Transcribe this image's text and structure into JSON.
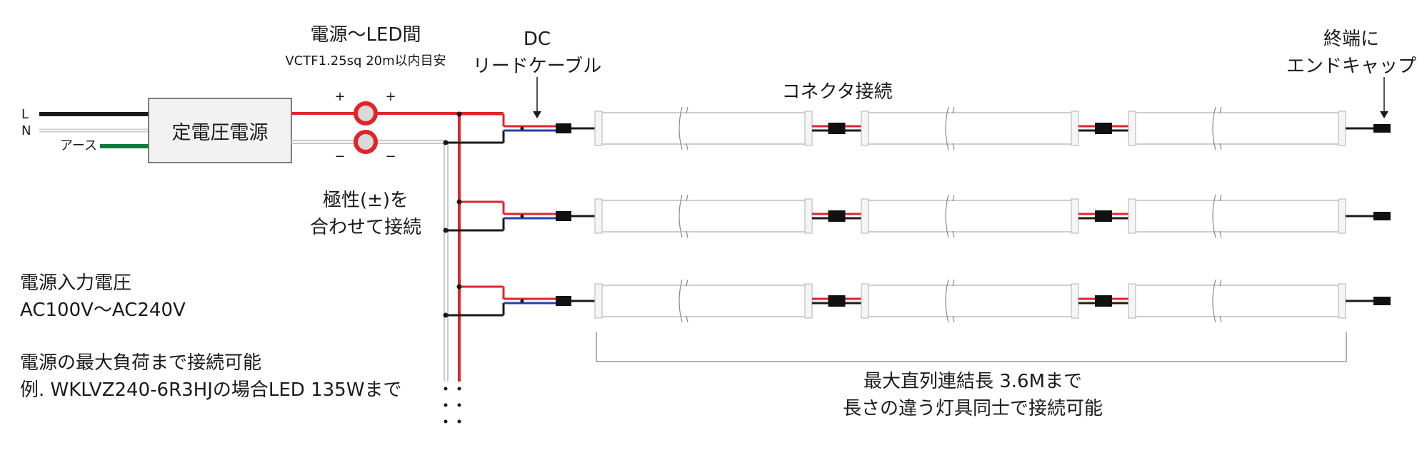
{
  "power_supply": {
    "label": "定電圧電源",
    "input_L": "L",
    "input_N": "N",
    "earth": "アース"
  },
  "psu_to_led": {
    "title": "電源〜LED間",
    "subtitle": "VCTF1.25sq 20m以内目安"
  },
  "polarity": {
    "plus_left": "+",
    "plus_right": "+",
    "minus_left": "−",
    "minus_right": "−",
    "note_line1": "極性(±)を",
    "note_line2": "合わせて接続"
  },
  "dc_lead": {
    "line1": "DC",
    "line2": "リードケーブル"
  },
  "connector": {
    "label": "コネクタ接続"
  },
  "end_cap": {
    "line1": "終端に",
    "line2": "エンドキャップ"
  },
  "input_voltage": {
    "line1": "電源入力電圧",
    "line2": "AC100V〜AC240V"
  },
  "max_load": {
    "line1": "電源の最大負荷まで接続可能",
    "line2": "例. WKLVZ240-6R3HJの場合LED 135Wまで"
  },
  "series": {
    "line1": "最大直列連結長 3.6Mまで",
    "line2": "長さの違う灯具同士で接続可能"
  },
  "colors": {
    "positive": "#e0242c",
    "negative": "#1a1a1a",
    "earth": "#0f7a3c",
    "neutral": "#c8c8c8",
    "dc_minus": "#2340a8",
    "psu_fill": "#f2f2f2",
    "tube": "#bdbdbd"
  }
}
